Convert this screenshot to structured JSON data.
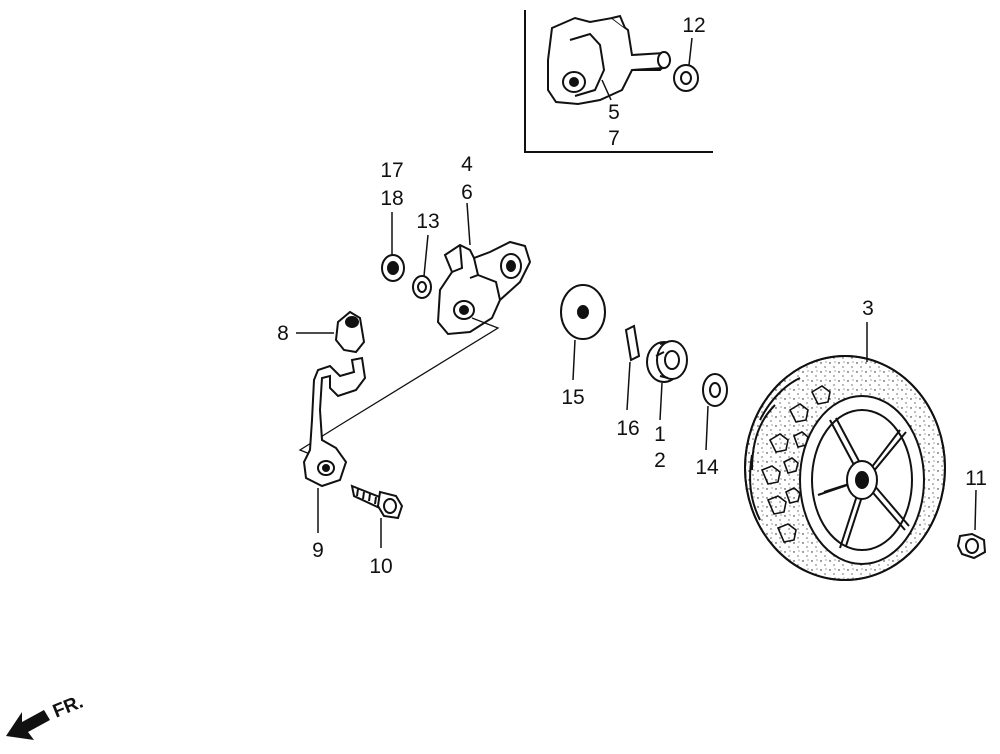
{
  "colors": {
    "ink": "#111111",
    "paper": "#ffffff",
    "fill_light": "#f2f2f2"
  },
  "labels": {
    "p1": "1",
    "p2": "2",
    "p3": "3",
    "p4": "4",
    "p5": "5",
    "p6": "6",
    "p7": "7",
    "p8": "8",
    "p9": "9",
    "p10": "10",
    "p11": "11",
    "p12": "12",
    "p13": "13",
    "p14": "14",
    "p15": "15",
    "p16": "16",
    "p17": "17",
    "p18": "18"
  },
  "direction_marker": {
    "text": "FR.",
    "icon": "front-direction-arrow-icon"
  }
}
